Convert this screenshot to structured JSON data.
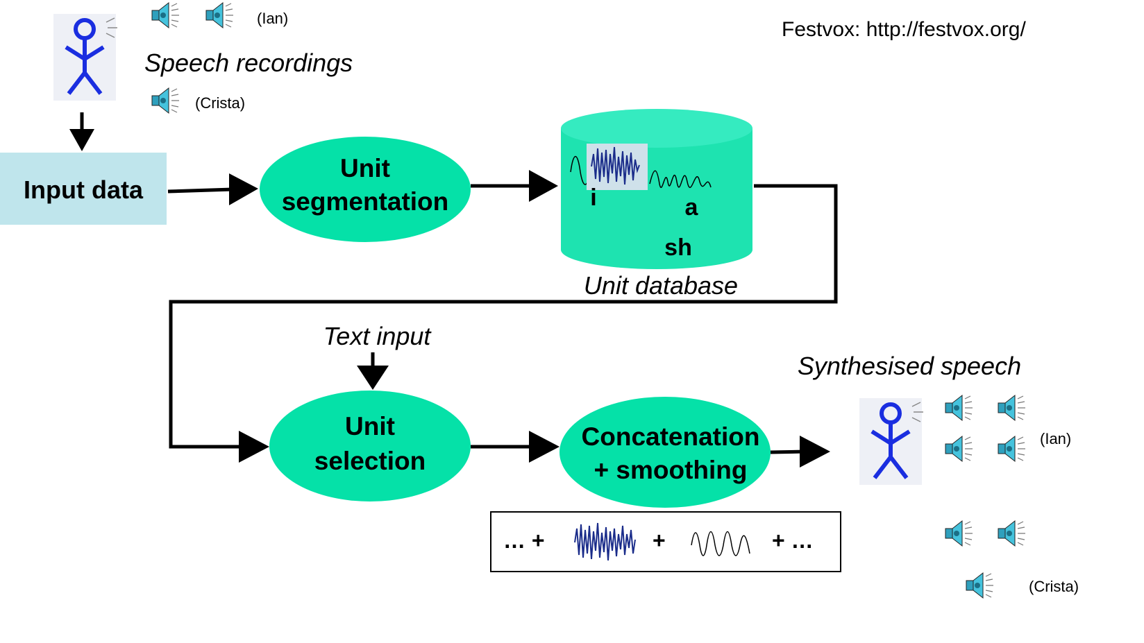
{
  "header": {
    "url": "Festvox: http://festvox.org/",
    "speech_recordings": "Speech recordings",
    "ian": "(Ian)",
    "crista": "(Crista)"
  },
  "nodes": {
    "input_data": "Input data",
    "unit_segmentation": [
      "Unit",
      "segmentation"
    ],
    "unit_database": {
      "caption": "Unit database",
      "phones": [
        "i",
        "a",
        "sh"
      ]
    },
    "text_input": "Text input",
    "unit_selection": [
      "Unit",
      "selection"
    ],
    "concatenation": [
      "Concatenation",
      "+ smoothing"
    ]
  },
  "output": {
    "title": "Synthesised speech",
    "ian": "(Ian)",
    "crista": "(Crista)"
  },
  "formula": {
    "start": "… +",
    "plus": "+",
    "end": "+ …"
  },
  "colors": {
    "node_fill": "#05e1a8",
    "db_fill": "#1ee3b0",
    "db_top": "#35ebc0",
    "input_box": "#bfe5ec",
    "stick_figure": "#1a2ee0",
    "speaker": "#35a8c4",
    "noise": "#1a2c8a",
    "line": "#000000"
  }
}
